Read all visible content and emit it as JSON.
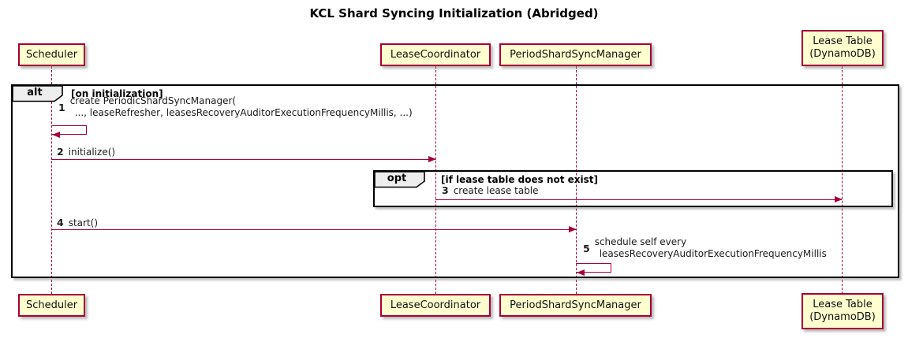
{
  "title": "KCL Shard Syncing Initialization (Abridged)",
  "participants": [
    {
      "label": "Scheduler"
    },
    {
      "label": "LeaseCoordinator"
    },
    {
      "label": "PeriodShardSyncManager"
    },
    {
      "label": "Lease Table\n(DynamoDB)"
    }
  ],
  "frames": {
    "alt": {
      "operator": "alt",
      "condition": "[on initialization]"
    },
    "opt": {
      "operator": "opt",
      "condition": "[if lease table does not exist]"
    }
  },
  "messages": {
    "m1": {
      "num": "1",
      "line1": "create PeriodicShardSyncManager(",
      "line2": "..., leaseRefresher, leasesRecoveryAuditorExecutionFrequencyMillis, ...)"
    },
    "m2": {
      "num": "2",
      "text": "initialize()"
    },
    "m3": {
      "num": "3",
      "text": "create lease table"
    },
    "m4": {
      "num": "4",
      "text": "start()"
    },
    "m5": {
      "num": "5",
      "line1": "schedule self every",
      "line2": "leasesRecoveryAuditorExecutionFrequencyMillis"
    }
  },
  "colors": {
    "participant_fill": "#FEFECE",
    "participant_border": "#A80036",
    "lifeline": "#A80036",
    "arrow": "#A80036",
    "frame_border": "#000000",
    "frame_label_bg": "#EEEEEE"
  }
}
